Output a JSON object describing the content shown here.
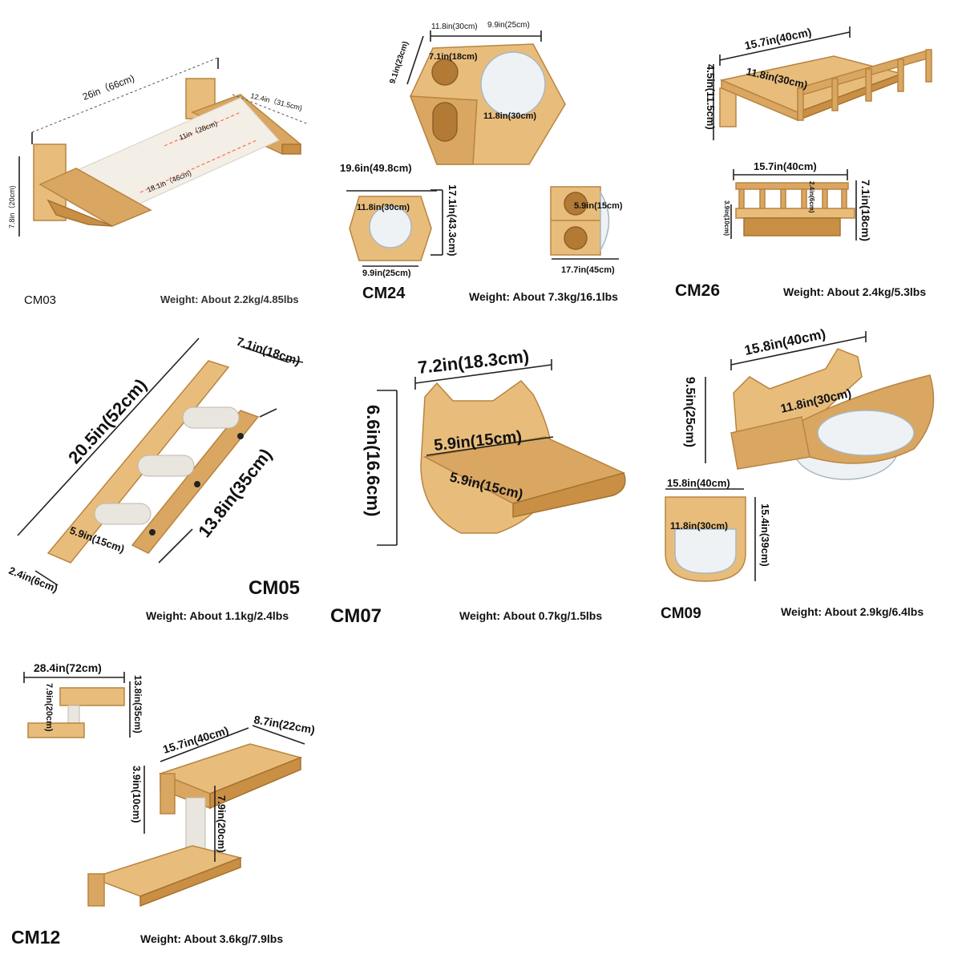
{
  "products": [
    {
      "code": "CM03",
      "weight": "Weight: About 2.2kg/4.85lbs",
      "dims": [
        "26in（66cm)",
        "12.4in（31.5cm)",
        "11in（28cm)",
        "18.1in（46cm)",
        "7.8in（20cm)"
      ]
    },
    {
      "code": "CM24",
      "weight": "Weight: About 7.3kg/16.1lbs",
      "dims": [
        "11.8in(30cm)",
        "9.9in(25cm)",
        "9.1in(23cm)",
        "7.1in(18cm)",
        "11.8in(30cm)",
        "19.6in(49.8cm)",
        "11.8in(30cm)",
        "17.1in(43.3cm)",
        "9.9in(25cm)",
        "5.9in(15cm)",
        "17.7in(45cm)"
      ]
    },
    {
      "code": "CM26",
      "weight": "Weight: About 2.4kg/5.3lbs",
      "dims": [
        "15.7in(40cm)",
        "11.8in(30cm)",
        "4.5in(11.5cm)",
        "15.7in(40cm)",
        "2.4in(6cm)",
        "3.9in(10cm)",
        "7.1in(18cm)"
      ]
    },
    {
      "code": "CM05",
      "weight": "Weight: About 1.1kg/2.4lbs",
      "dims": [
        "7.1in(18cm)",
        "20.5in(52cm)",
        "13.8in(35cm)",
        "5.9in(15cm)",
        "2.4in(6cm)"
      ]
    },
    {
      "code": "CM07",
      "weight": "Weight: About 0.7kg/1.5lbs",
      "dims": [
        "7.2in(18.3cm)",
        "6.6in(16.6cm)",
        "5.9in(15cm)",
        "5.9in(15cm)"
      ]
    },
    {
      "code": "CM09",
      "weight": "Weight: About 2.9kg/6.4lbs",
      "dims": [
        "15.8in(40cm)",
        "9.5in(25cm)",
        "11.8in(30cm)",
        "15.8in(40cm)",
        "11.8in(30cm)",
        "15.4in(39cm)"
      ]
    },
    {
      "code": "CM12",
      "weight": "Weight: About 3.6kg/7.9lbs",
      "dims": [
        "28.4in(72cm)",
        "7.9in(20cm)",
        "13.8in(35cm)",
        "15.7in(40cm)",
        "8.7in(22cm)",
        "3.9in(10cm)",
        "7.9in(20cm)"
      ]
    }
  ]
}
